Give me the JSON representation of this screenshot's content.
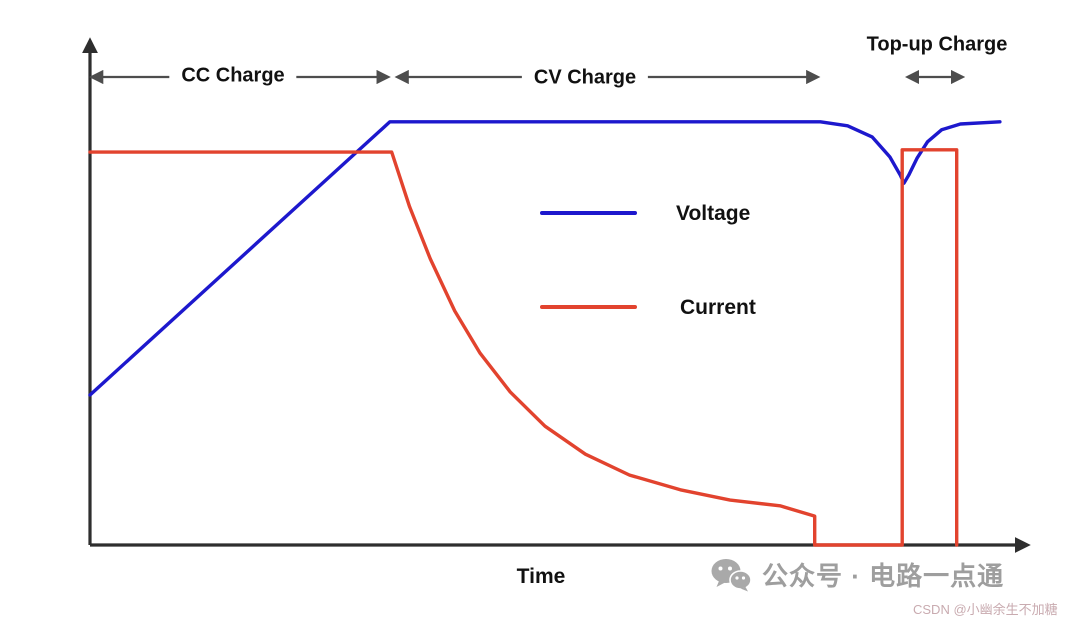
{
  "chart_data": {
    "type": "line",
    "title": "",
    "xlabel": "Time",
    "ylabel": "",
    "xlim": [
      0,
      100
    ],
    "ylim": [
      0,
      100
    ],
    "grid": false,
    "legend_position": "center-right",
    "axis_color": "#2e2e2e",
    "annotation_color": "#4d4d4d",
    "phases": [
      {
        "label": "CC Charge",
        "t0": 0.2,
        "t1": 31.7
      },
      {
        "label": "CV Charge",
        "t0": 32.7,
        "t1": 77.4
      },
      {
        "label": "Top-up Charge",
        "t0": 87.0,
        "t1": 92.8
      }
    ],
    "series": [
      {
        "name": "Voltage",
        "color": "#1d18cd",
        "points": [
          [
            0,
            33.7
          ],
          [
            31.9,
            95.1
          ],
          [
            77.7,
            95.1
          ],
          [
            80.6,
            94.2
          ],
          [
            83.2,
            91.7
          ],
          [
            85.1,
            87.2
          ],
          [
            86.2,
            83.1
          ],
          [
            86.6,
            81.3
          ],
          [
            87.1,
            83.1
          ],
          [
            88.0,
            87.0
          ],
          [
            89.1,
            90.6
          ],
          [
            90.6,
            93.3
          ],
          [
            92.6,
            94.6
          ],
          [
            96.8,
            95.1
          ]
        ]
      },
      {
        "name": "Current",
        "color": "#e2432e",
        "points": [
          [
            0,
            88.3
          ],
          [
            32.1,
            88.3
          ],
          [
            34.0,
            76.0
          ],
          [
            36.2,
            64.3
          ],
          [
            38.8,
            52.6
          ],
          [
            41.5,
            43.1
          ],
          [
            44.7,
            34.4
          ],
          [
            48.4,
            26.7
          ],
          [
            52.7,
            20.4
          ],
          [
            57.4,
            15.7
          ],
          [
            62.8,
            12.4
          ],
          [
            68.1,
            10.1
          ],
          [
            73.4,
            8.8
          ],
          [
            77.1,
            6.5
          ],
          [
            77.1,
            0
          ],
          [
            86.4,
            0
          ],
          [
            86.4,
            88.8
          ],
          [
            92.2,
            88.8
          ],
          [
            92.2,
            0
          ]
        ]
      }
    ]
  },
  "watermark": {
    "wechat_text": "公众号 · 电路一点通",
    "csdn_text": "CSDN @小幽余生不加糖"
  }
}
